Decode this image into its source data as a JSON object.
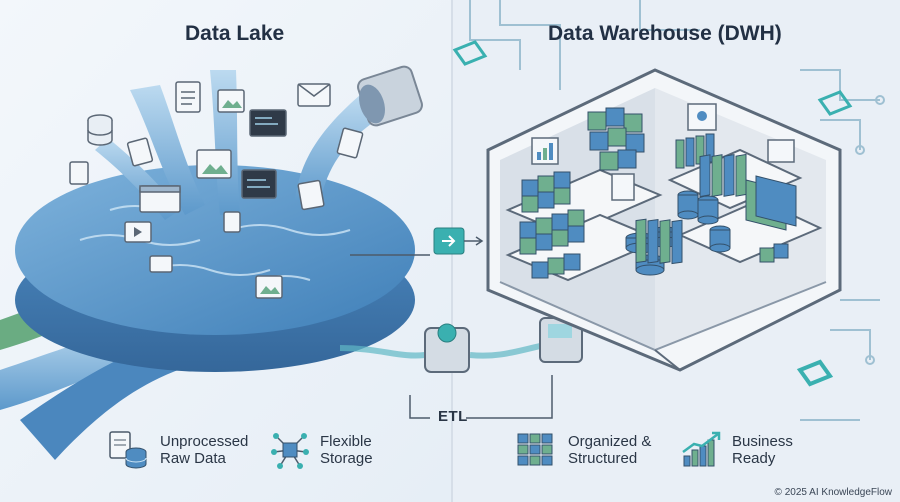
{
  "lake": {
    "title": "Data Lake",
    "legend": [
      {
        "line1": "Unprocessed",
        "line2": "Raw Data",
        "icon": "raw-data-icon"
      },
      {
        "line1": "Flexible",
        "line2": "Storage",
        "icon": "flexible-storage-icon"
      }
    ]
  },
  "warehouse": {
    "title": "Data Warehouse (DWH)",
    "legend": [
      {
        "line1": "Organized &",
        "line2": "Structured",
        "icon": "grid-icon"
      },
      {
        "line1": "Business",
        "line2": "Ready",
        "icon": "growth-chart-icon"
      }
    ]
  },
  "etl": {
    "label": "ETL"
  },
  "footer": {
    "copyright": "© 2025 AI KnowledgeFlow"
  },
  "colors": {
    "water": "#5b96c8",
    "water_light": "#a9cde8",
    "green_box": "#6faf8f",
    "blue_box": "#4f8cc1",
    "frame": "#5c6a7a",
    "accent": "#3ab0b0"
  }
}
